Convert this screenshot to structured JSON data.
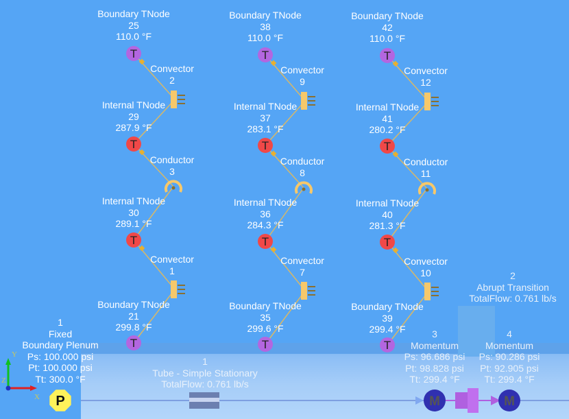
{
  "columns": [
    {
      "top_boundary": {
        "title": "Boundary TNode",
        "id": "25",
        "temp": "110.0 °F"
      },
      "convector_top": {
        "title": "Convector",
        "id": "2"
      },
      "internal_top": {
        "title": "Internal TNode",
        "id": "29",
        "temp": "287.9 °F"
      },
      "conductor": {
        "title": "Conductor",
        "id": "3"
      },
      "internal_bottom": {
        "title": "Internal TNode",
        "id": "30",
        "temp": "289.1 °F"
      },
      "convector_bottom": {
        "title": "Convector",
        "id": "1"
      },
      "bottom_boundary": {
        "title": "Boundary TNode",
        "id": "21",
        "temp": "299.8 °F"
      }
    },
    {
      "top_boundary": {
        "title": "Boundary TNode",
        "id": "38",
        "temp": "110.0 °F"
      },
      "convector_top": {
        "title": "Convector",
        "id": "9"
      },
      "internal_top": {
        "title": "Internal TNode",
        "id": "37",
        "temp": "283.1 °F"
      },
      "conductor": {
        "title": "Conductor",
        "id": "8"
      },
      "internal_bottom": {
        "title": "Internal TNode",
        "id": "36",
        "temp": "284.3 °F"
      },
      "convector_bottom": {
        "title": "Convector",
        "id": "7"
      },
      "bottom_boundary": {
        "title": "Boundary TNode",
        "id": "35",
        "temp": "299.6 °F"
      }
    },
    {
      "top_boundary": {
        "title": "Boundary TNode",
        "id": "42",
        "temp": "110.0 °F"
      },
      "convector_top": {
        "title": "Convector",
        "id": "12"
      },
      "internal_top": {
        "title": "Internal TNode",
        "id": "41",
        "temp": "280.2 °F"
      },
      "conductor": {
        "title": "Conductor",
        "id": "11"
      },
      "internal_bottom": {
        "title": "Internal TNode",
        "id": "40",
        "temp": "281.3 °F"
      },
      "convector_bottom": {
        "title": "Convector",
        "id": "10"
      },
      "bottom_boundary": {
        "title": "Boundary TNode",
        "id": "39",
        "temp": "299.4 °F"
      }
    }
  ],
  "plenum": {
    "id": "1",
    "line1": "Fixed",
    "line2": "Boundary Plenum",
    "ps": "Ps: 100.000 psi",
    "pt": "Pt: 100.000 psi",
    "tt": "Tt: 300.0 °F",
    "icon_letter": "P"
  },
  "tube": {
    "id": "1",
    "name": "Tube - Simple Stationary",
    "flow": "TotalFlow: 0.761 lb/s"
  },
  "momentum3": {
    "id": "3",
    "name": "Momentum",
    "ps": "Ps: 96.686 psi",
    "pt": "Pt: 98.828 psi",
    "tt": "Tt: 299.4 °F",
    "icon_letter": "M"
  },
  "momentum4": {
    "id": "4",
    "name": "Momentum",
    "ps": "Ps: 90.286 psi",
    "pt": "Pt: 92.905 psi",
    "tt": "Tt: 299.4 °F",
    "icon_letter": "M"
  },
  "transition": {
    "id": "2",
    "name": "Abrupt Transition",
    "flow": "TotalFlow: 0.761 lb/s"
  },
  "axes": {
    "x": "X",
    "y": "Y",
    "z": "Z"
  },
  "node_letter": "T",
  "colors": {
    "background": "#55a5f5",
    "boundary_node": "#b366e0",
    "internal_node": "#f04848",
    "link": "#d8b868",
    "convector": "#f6c86a",
    "plenum": "#fff25a",
    "momentum": "#3030b0",
    "transition": "#b060e0"
  }
}
